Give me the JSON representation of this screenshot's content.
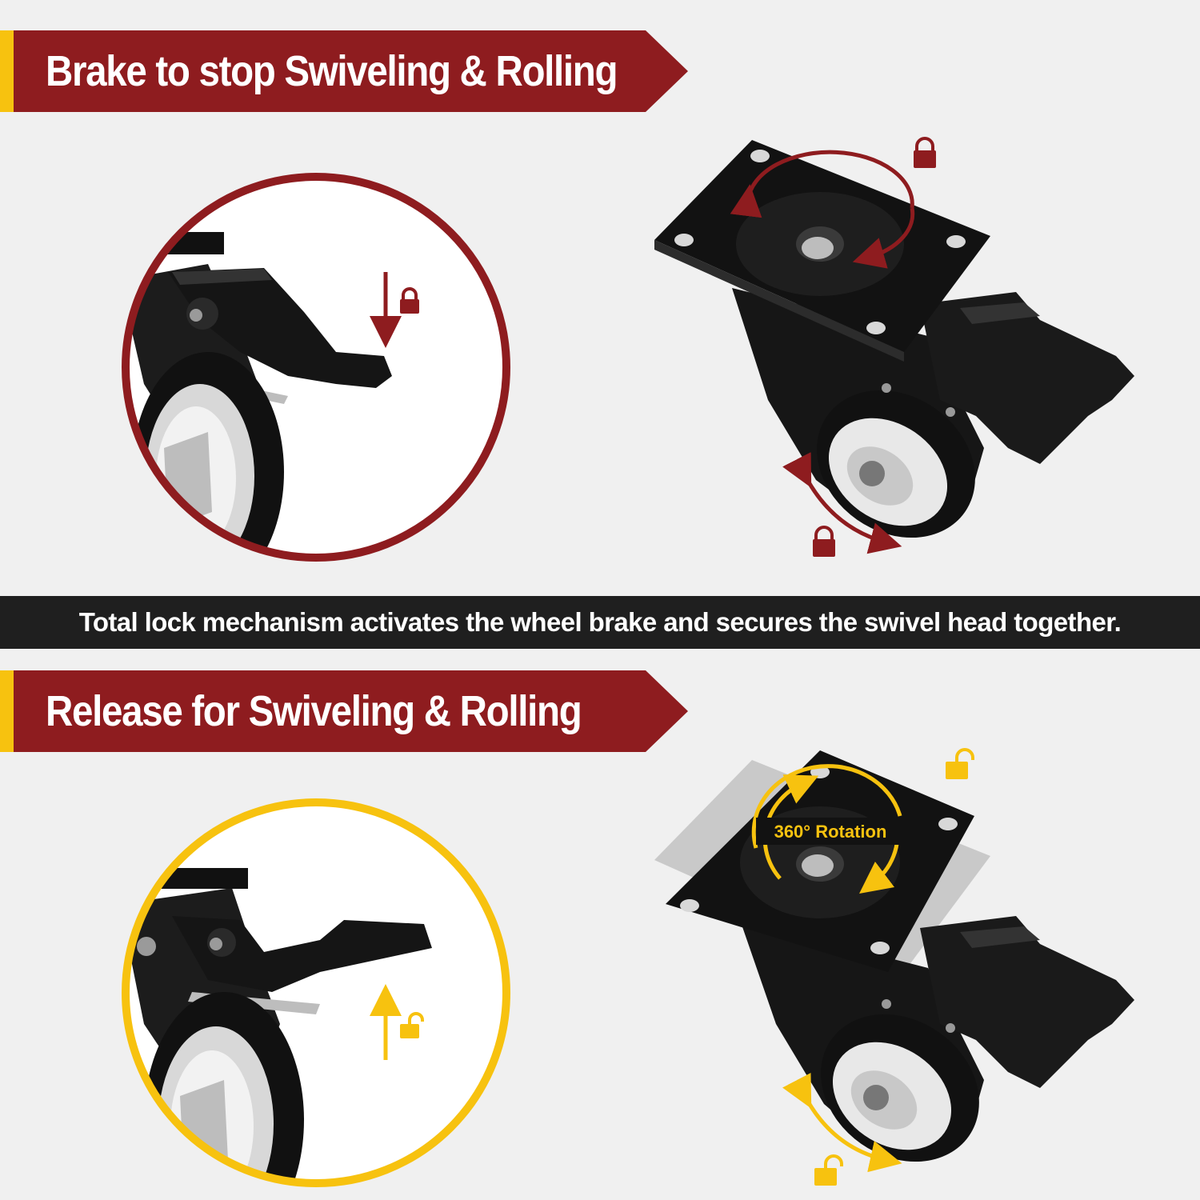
{
  "top_section": {
    "heading": "Brake to stop Swiveling & Rolling",
    "theme_color": "#8e1c1f",
    "icons": [
      "lock-icon",
      "down-arrow-icon",
      "swivel-arrow-icon",
      "roll-arrow-icon"
    ]
  },
  "caption": {
    "text": "Total lock mechanism activates the wheel brake and secures the swivel head together."
  },
  "bottom_section": {
    "heading": "Release for Swiveling & Rolling",
    "theme_color": "#f7c20f",
    "rotation_label": "360° Rotation",
    "icons": [
      "unlock-icon",
      "up-arrow-icon",
      "swivel-arrow-icon",
      "roll-arrow-icon"
    ]
  },
  "colors": {
    "accent_yellow": "#f7c20f",
    "brand_red": "#8e1c1f",
    "caption_bar": "#1f1f1f",
    "background": "#f0f0f0"
  }
}
